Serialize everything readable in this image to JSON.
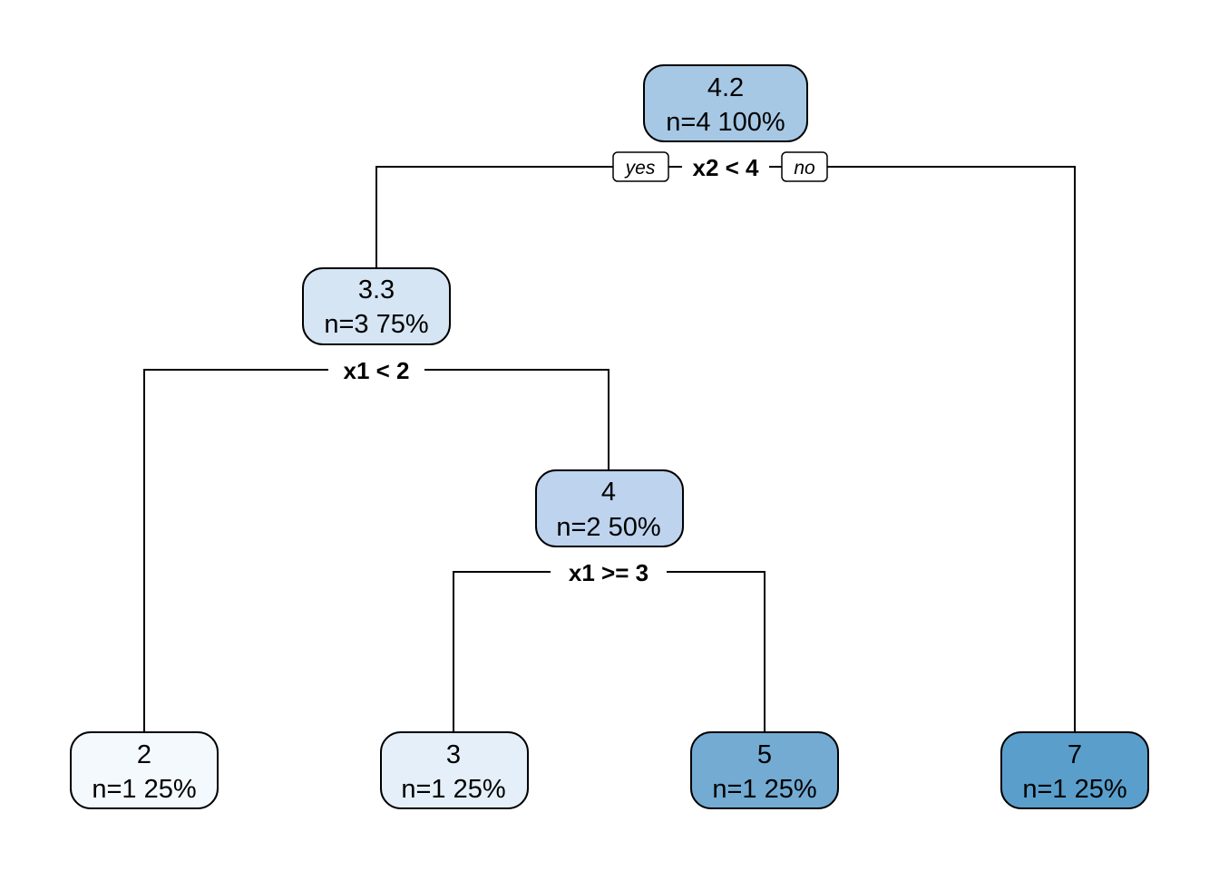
{
  "nodes": [
    {
      "id": "root",
      "value": "4.2",
      "stats": "n=4  100%",
      "color": "#a6c8e4"
    },
    {
      "id": "left",
      "value": "3.3",
      "stats": "n=3  75%",
      "color": "#d6e5f4"
    },
    {
      "id": "mid",
      "value": "4",
      "stats": "n=2  50%",
      "color": "#bdd3ee"
    },
    {
      "id": "leaf1",
      "value": "2",
      "stats": "n=1  25%",
      "color": "#f4f9fe"
    },
    {
      "id": "leaf2",
      "value": "3",
      "stats": "n=1  25%",
      "color": "#e4eff9"
    },
    {
      "id": "leaf3",
      "value": "5",
      "stats": "n=1  25%",
      "color": "#73abd3"
    },
    {
      "id": "leaf4",
      "value": "7",
      "stats": "n=1  25%",
      "color": "#5a9fcc"
    }
  ],
  "splits": [
    {
      "id": "split-root",
      "label": "x2 < 4"
    },
    {
      "id": "split-left",
      "label": "x1 < 2"
    },
    {
      "id": "split-mid",
      "label": "x1 >= 3"
    }
  ],
  "branch_tags": {
    "yes": "yes",
    "no": "no"
  }
}
